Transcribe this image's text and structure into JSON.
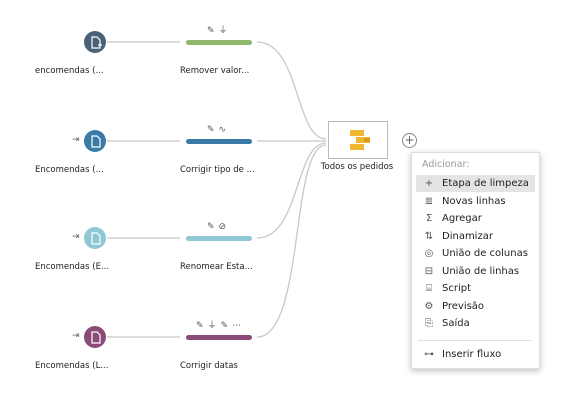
{
  "sources": [
    {
      "label": "encomendas (...",
      "color": "#4a6076",
      "icon": "file-add-icon"
    },
    {
      "label": "Encomendas (...",
      "color": "#3a7aa6",
      "icon": "file-icon"
    },
    {
      "label": "Encomendas (E...",
      "color": "#8fc8d4",
      "icon": "file-icon"
    },
    {
      "label": "Encomendas (L...",
      "color": "#8a4b78",
      "icon": "file-icon"
    }
  ],
  "steps": [
    {
      "label": "Remover valor...",
      "color": "#8fb86c",
      "icons": [
        "✎",
        "⏚"
      ]
    },
    {
      "label": "Corrigir tipo de ...",
      "color": "#3a7aa6",
      "icons": [
        "✎",
        "∿"
      ]
    },
    {
      "label": "Renomear Esta...",
      "color": "#8fc8d4",
      "icons": [
        "✎",
        "⊘"
      ]
    },
    {
      "label": "Corrigir datas",
      "color": "#8a4b78",
      "icons": [
        "✎",
        "⏚",
        "✎",
        "⋯"
      ]
    }
  ],
  "union": {
    "label": "Todos os pedidos",
    "color": "#f2b632"
  },
  "menu": {
    "title": "Adicionar:",
    "items": [
      {
        "label": "Etapa de limpeza",
        "icon": "+",
        "name": "plus-icon",
        "highlighted": true
      },
      {
        "label": "Novas linhas",
        "icon": "≣",
        "name": "new-rows-icon"
      },
      {
        "label": "Agregar",
        "icon": "Σ",
        "name": "sigma-icon"
      },
      {
        "label": "Dinamizar",
        "icon": "⇅",
        "name": "pivot-icon"
      },
      {
        "label": "União de colunas",
        "icon": "◎",
        "name": "join-icon"
      },
      {
        "label": "União de linhas",
        "icon": "⊟",
        "name": "union-icon"
      },
      {
        "label": "Script",
        "icon": "⌸",
        "name": "script-icon"
      },
      {
        "label": "Previsão",
        "icon": "⚙",
        "name": "prediction-icon"
      },
      {
        "label": "Saída",
        "icon": "⎘",
        "name": "output-icon"
      }
    ],
    "footer": {
      "label": "Inserir fluxo",
      "icon": "⊶",
      "name": "insert-flow-icon"
    }
  }
}
